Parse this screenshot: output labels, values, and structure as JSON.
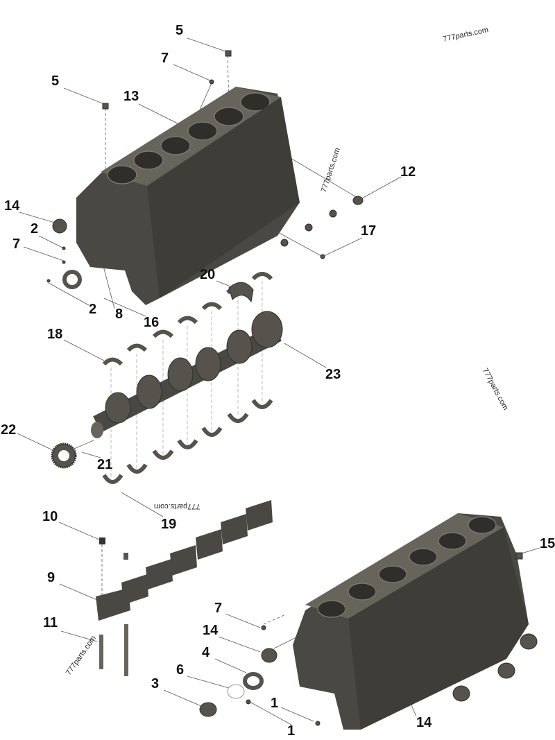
{
  "diagram": {
    "callouts": [
      "5",
      "7",
      "5",
      "13",
      "12",
      "14",
      "2",
      "7",
      "17",
      "20",
      "2",
      "8",
      "16",
      "18",
      "23",
      "22",
      "21",
      "19",
      "10",
      "15",
      "9",
      "7",
      "11",
      "14",
      "4",
      "6",
      "3",
      "1",
      "1",
      "14"
    ],
    "watermark": "777parts.com",
    "colors": {
      "part": "#4a4842",
      "part_light": "#66645b",
      "leader": "#555555"
    }
  }
}
